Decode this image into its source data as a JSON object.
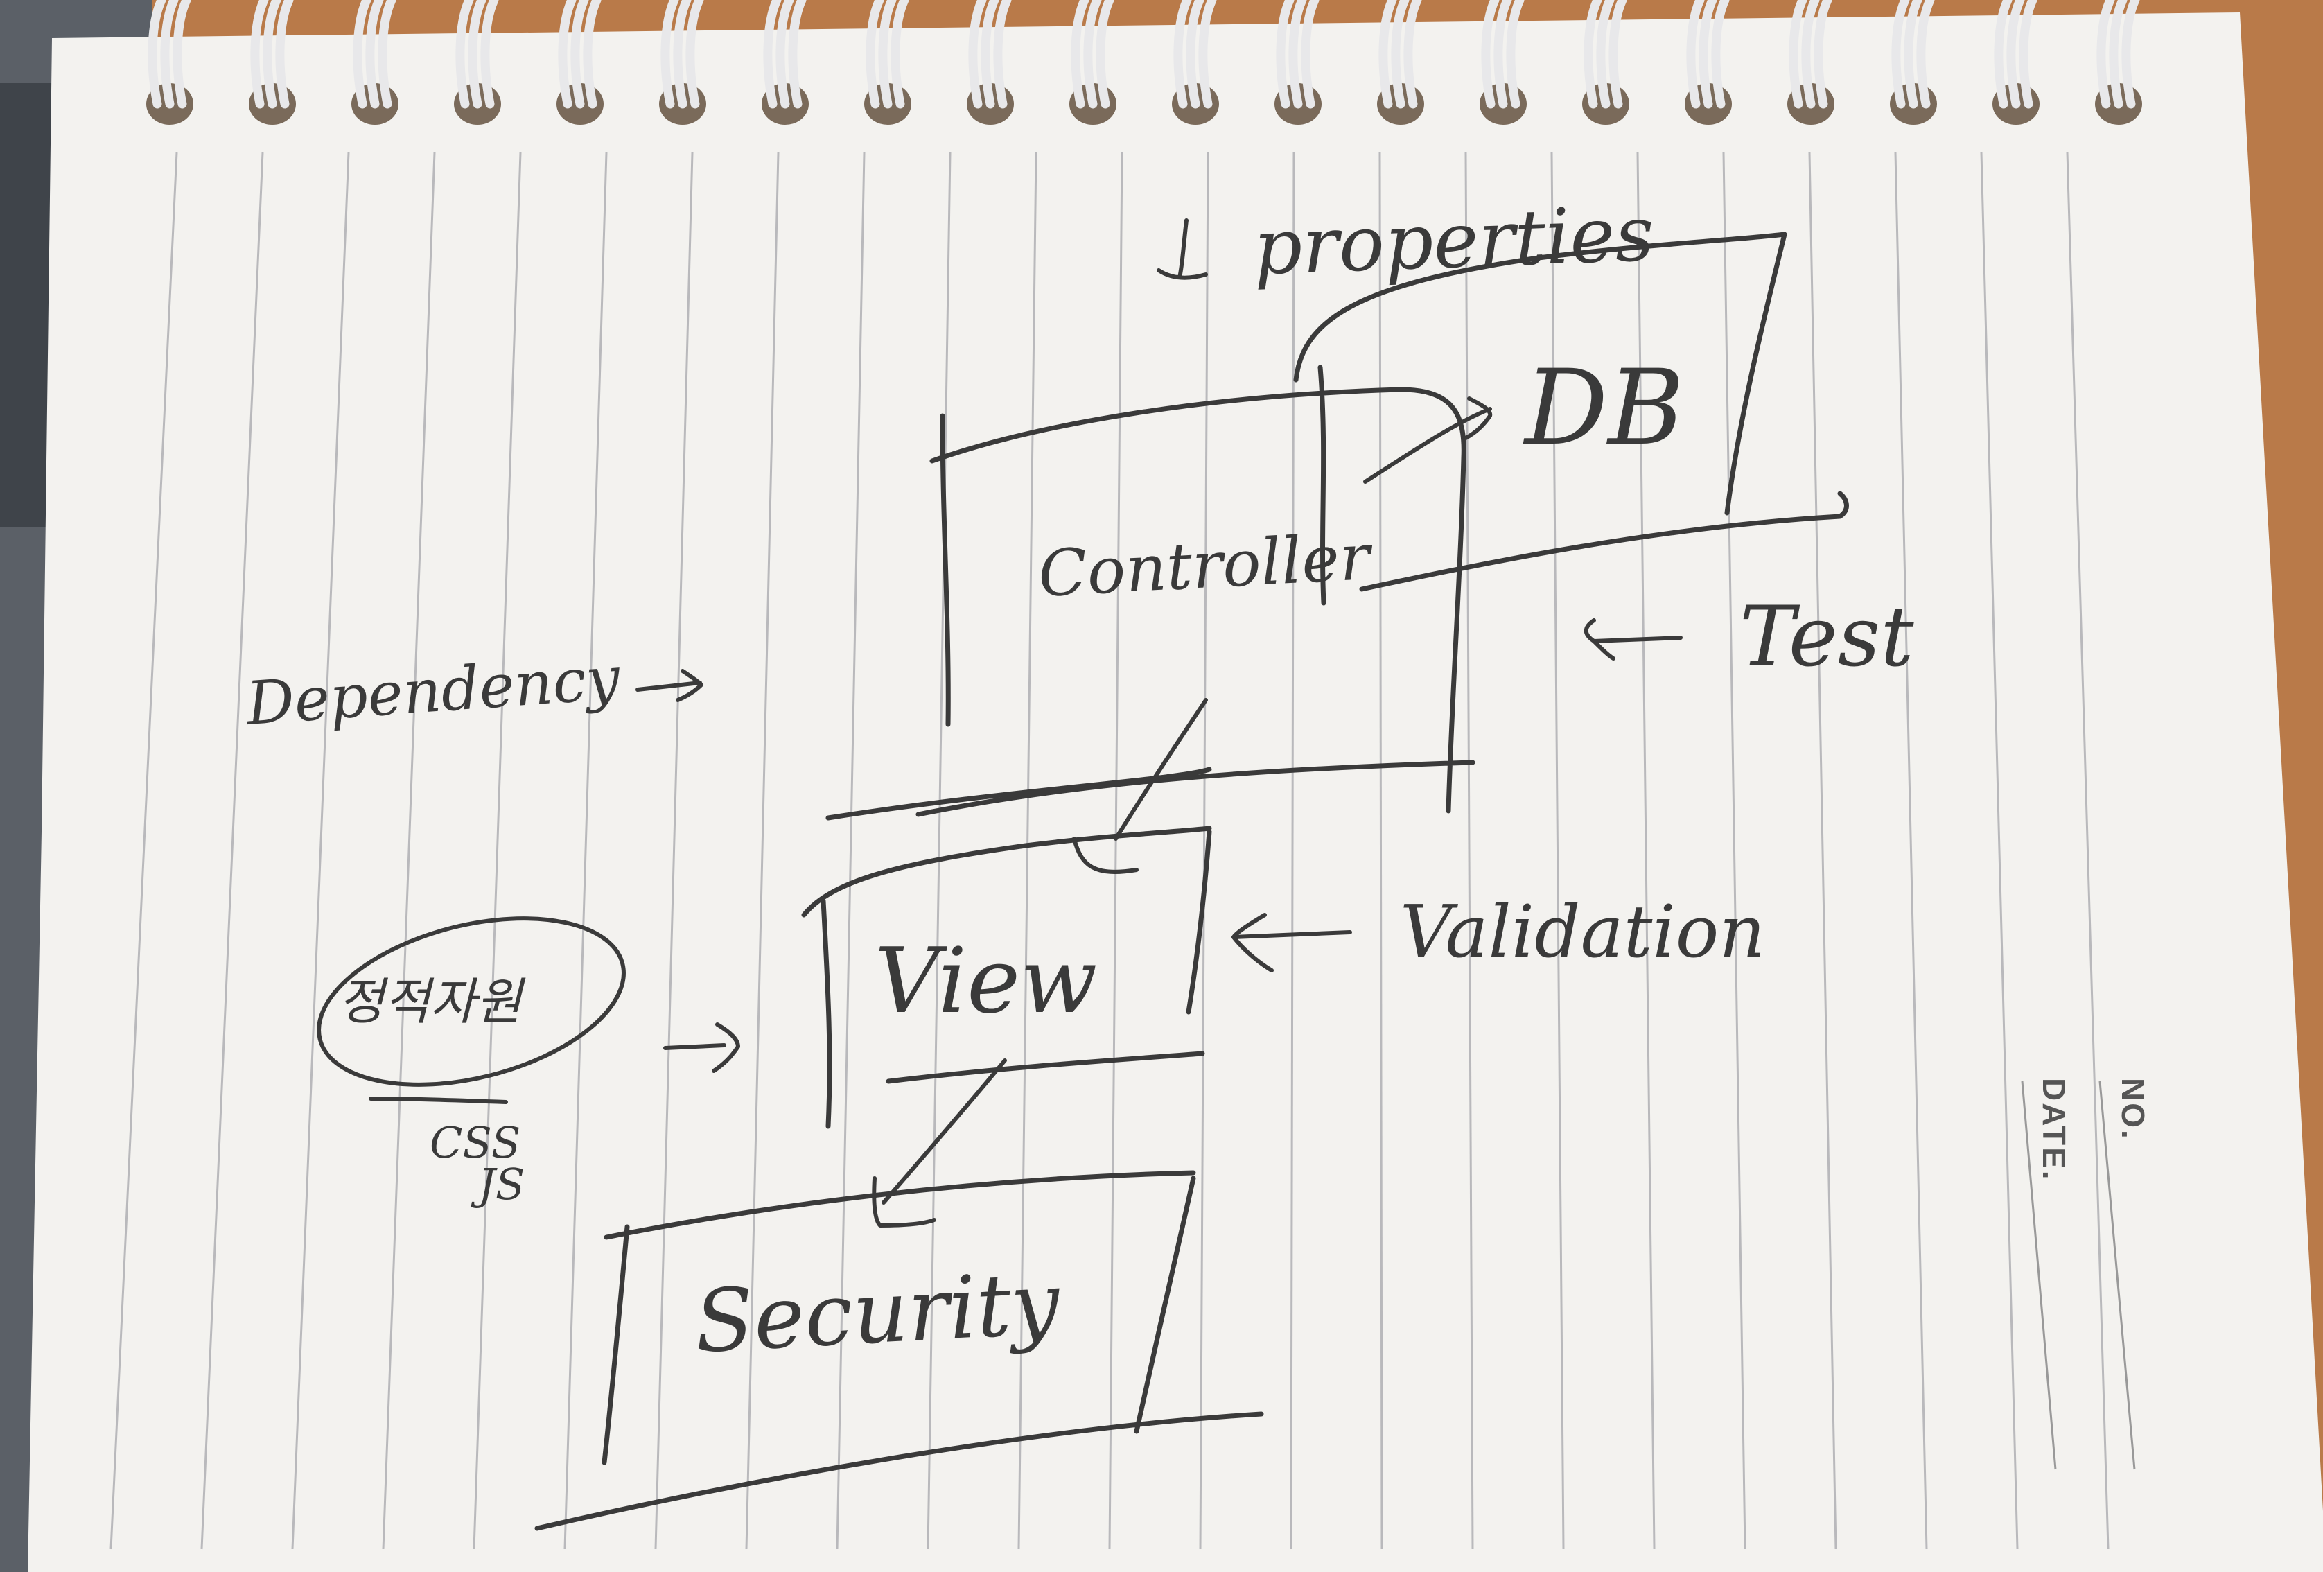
{
  "diagram": {
    "labels": {
      "properties": "properties",
      "db": "DB",
      "controller": "Controller",
      "test": "Test",
      "dependency": "Dependency",
      "validation": "Validation",
      "view": "View",
      "static_resources": "정적자원",
      "css": "CSS",
      "js": "JS",
      "security": "Security"
    }
  },
  "notebook": {
    "no_label": "NO.",
    "date_label": "DATE."
  },
  "colors": {
    "paper": "#f4f3f0",
    "ink": "#3a3a3a",
    "rule_line": "#b9b9bc",
    "desk": "#c08050",
    "laptop": "#5d6268",
    "spiral": "#e8e8ea"
  }
}
